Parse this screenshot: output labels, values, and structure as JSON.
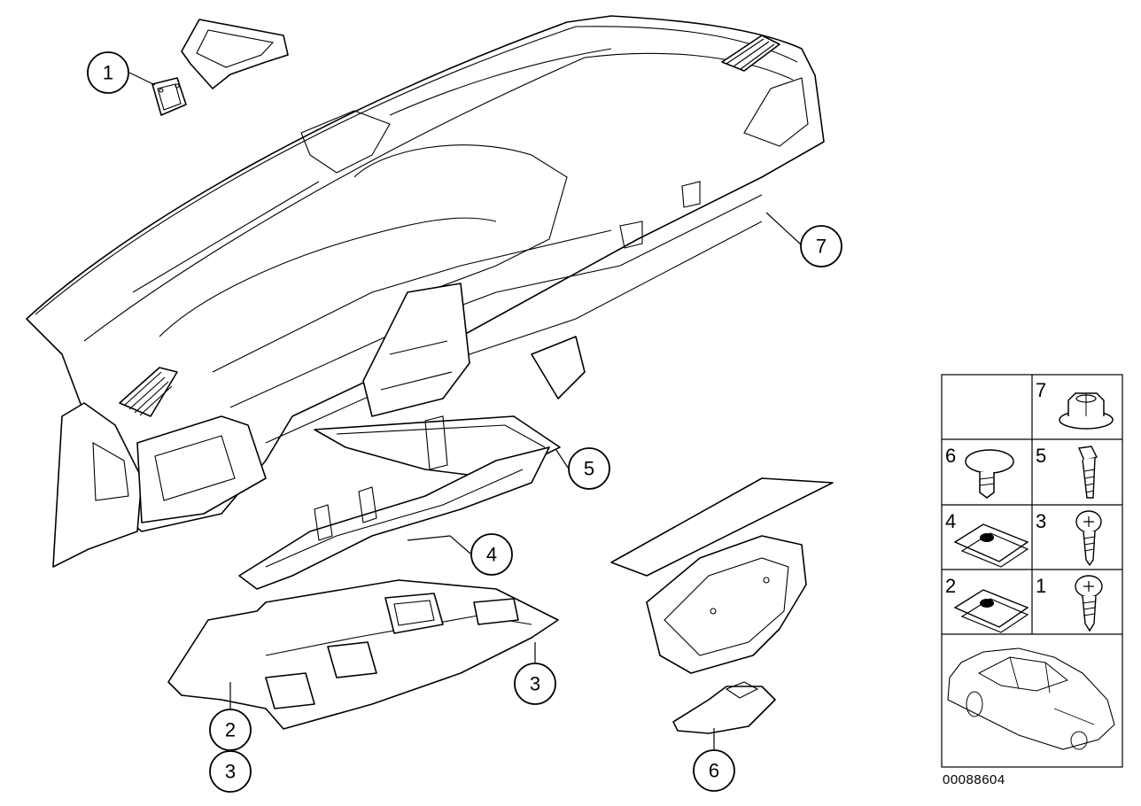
{
  "callouts": [
    "1",
    "7",
    "5",
    "4",
    "3",
    "2",
    "3",
    "6"
  ],
  "legend": {
    "cells": [
      {
        "number": "7",
        "icon": "hex-flange-nut-icon"
      },
      {
        "number": "6",
        "icon": "expanding-rivet-icon"
      },
      {
        "number": "5",
        "icon": "hex-bolt-icon"
      },
      {
        "number": "4",
        "icon": "spring-nut-icon"
      },
      {
        "number": "3",
        "icon": "pan-head-screw-icon"
      },
      {
        "number": "2",
        "icon": "spring-nut-icon"
      },
      {
        "number": "1",
        "icon": "pan-head-screw-icon"
      }
    ],
    "vehicle_icon": "sedan-car-icon"
  },
  "catalog_id": "00088604"
}
